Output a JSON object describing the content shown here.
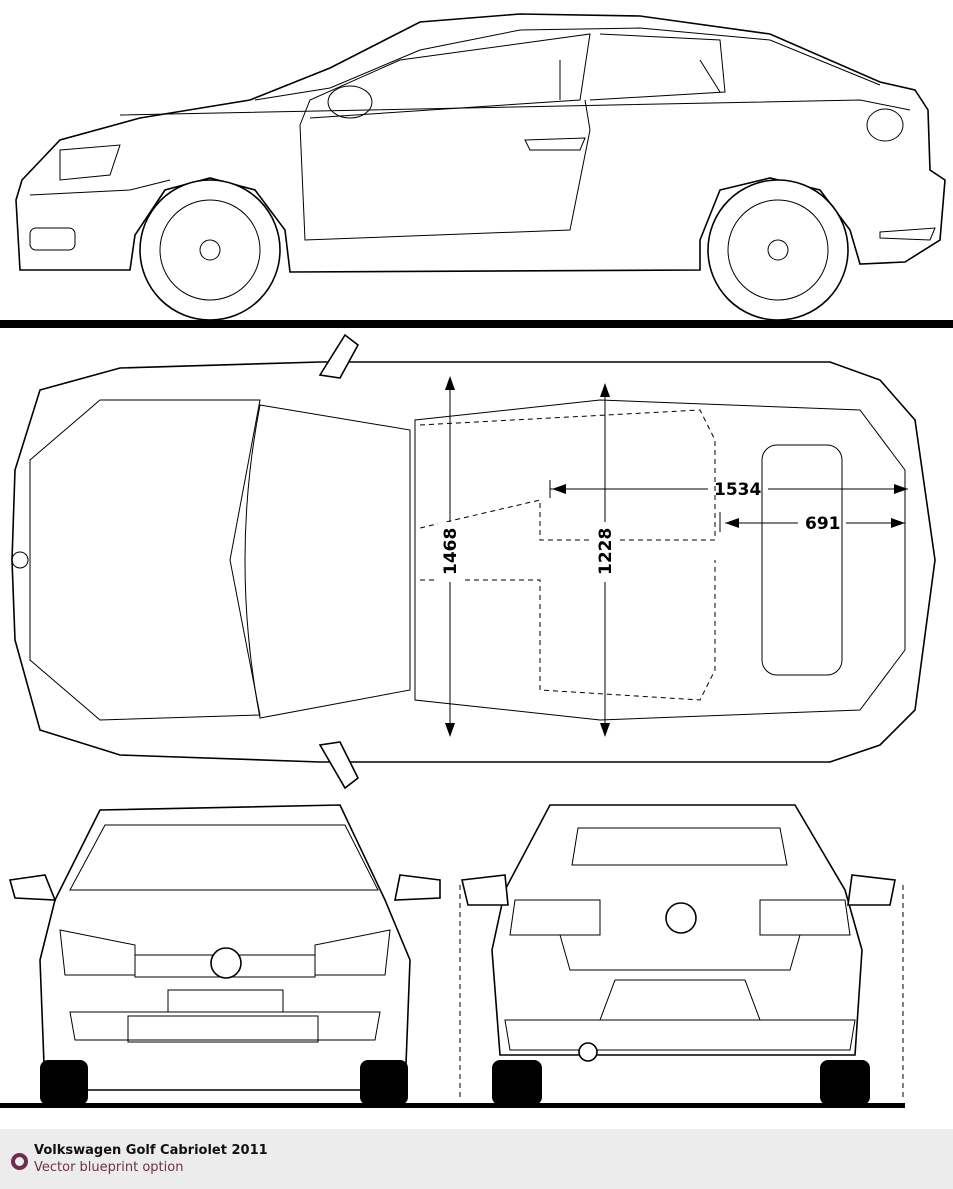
{
  "blueprint": {
    "dimensions": {
      "overall_width_mm": "1468",
      "interior_width_mm": "1228",
      "rear_length_mm": "1534",
      "trunk_length_mm": "691"
    }
  },
  "footer": {
    "title": "Volkswagen Golf Cabriolet 2011",
    "subtitle": "Vector blueprint option",
    "accent_color": "#6e2f4f"
  }
}
